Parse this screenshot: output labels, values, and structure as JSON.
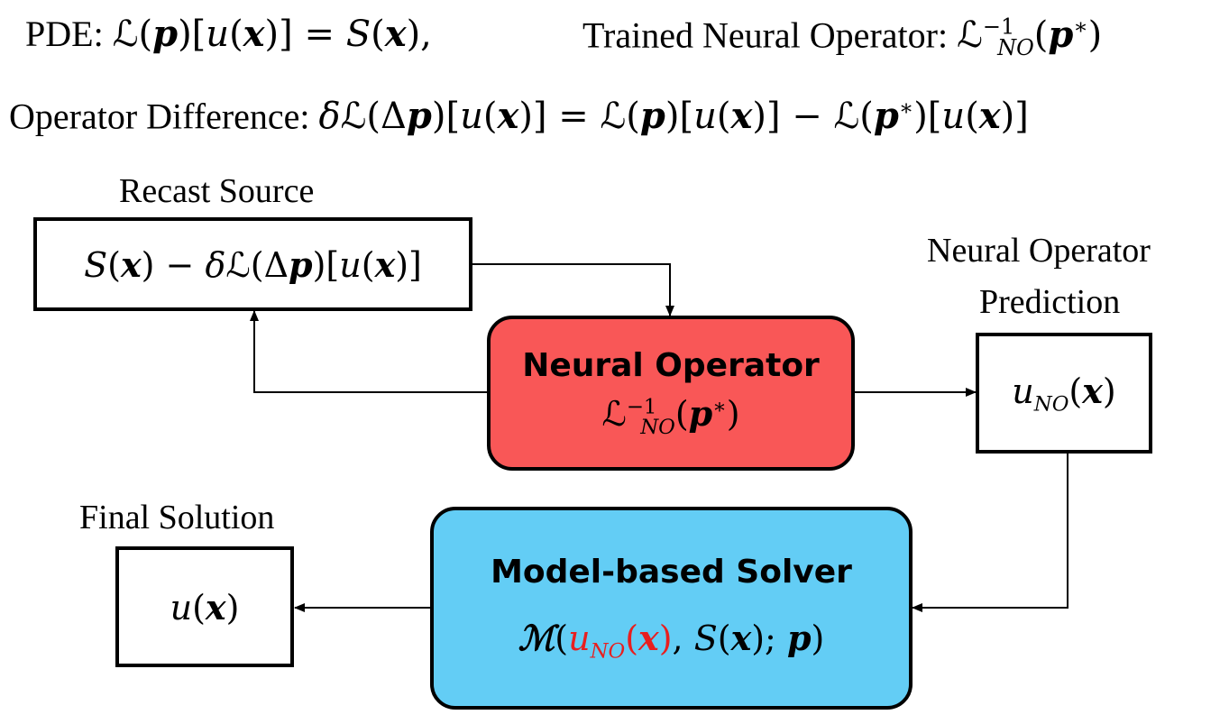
{
  "colors": {
    "neural_operator_fill": "#f95757",
    "solver_fill": "#63cdf5",
    "highlight": "#e81f1f"
  },
  "header": {
    "pde_label": "PDE:",
    "trained_label": "Trained Neural Operator:",
    "difference_label": "Operator Difference:"
  },
  "recast_source": {
    "caption": "Recast Source"
  },
  "neural_operator": {
    "title": "Neural Operator"
  },
  "prediction": {
    "caption_line1": "Neural Operator",
    "caption_line2": "Prediction"
  },
  "solver": {
    "title": "Model-based Solver"
  },
  "final_solution": {
    "caption": "Final Solution"
  }
}
